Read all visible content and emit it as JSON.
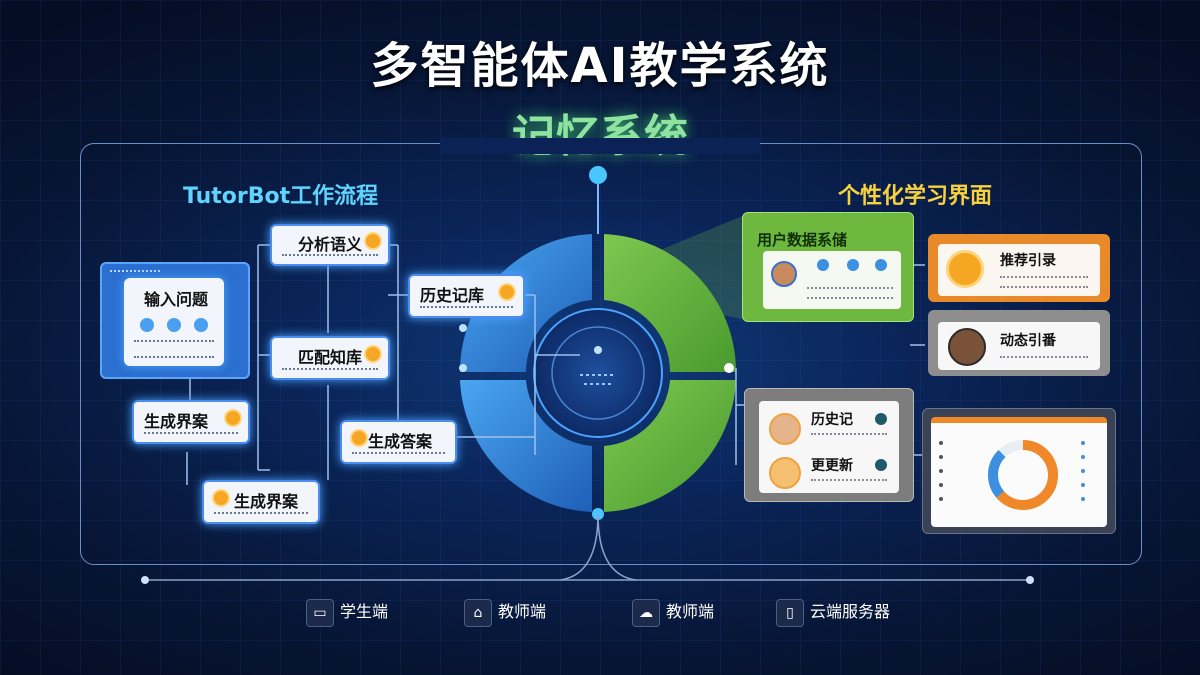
{
  "title": "多智能体AI教学系统",
  "subtitle": "记忆系统",
  "left_section": {
    "title": "TutorBot工作流程",
    "input_card": {
      "label": "输入问题"
    },
    "steps": [
      {
        "label": "分析语义"
      },
      {
        "label": "历史记库"
      },
      {
        "label": "匹配知库"
      },
      {
        "label": "生成界案"
      },
      {
        "label": "生成答案"
      },
      {
        "label": "生成界案"
      }
    ]
  },
  "right_section": {
    "title": "个性化学习界面",
    "user_store": {
      "label": "用户数据系储"
    },
    "cards": [
      {
        "label": "推荐引录"
      },
      {
        "label": "动态引番"
      },
      {
        "label": "历史记"
      },
      {
        "label": "更更新"
      }
    ]
  },
  "legend": [
    {
      "label": "学生端",
      "icon": "student-device-icon"
    },
    {
      "label": "教师端",
      "icon": "teacher-device-icon"
    },
    {
      "label": "教师端",
      "icon": "cloud-icon"
    },
    {
      "label": "云端服务器",
      "icon": "server-icon"
    }
  ],
  "colors": {
    "accent_blue": "#3a8ee6",
    "accent_green": "#6fb83f",
    "accent_orange": "#f5a623",
    "title_green": "#8fe3a0",
    "title_gold": "#f7d23e"
  }
}
